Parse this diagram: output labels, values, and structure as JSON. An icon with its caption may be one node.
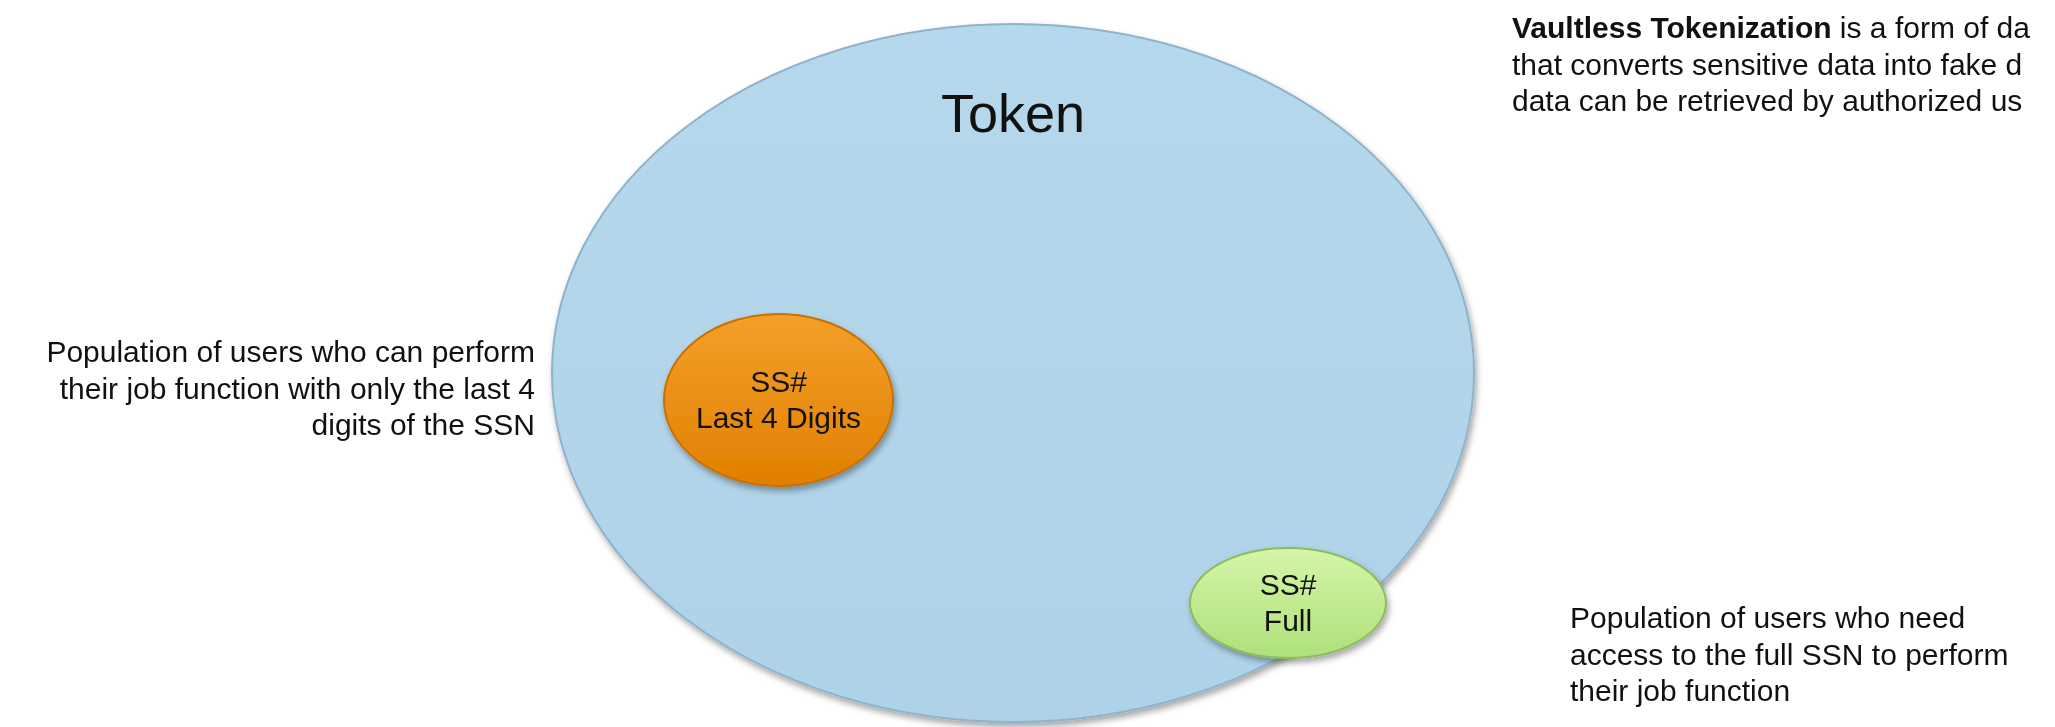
{
  "diagram": {
    "nodes": [
      {
        "text": [
          "Token"
        ]
      },
      {
        "text": [
          "SS#",
          "Last 4 Digits"
        ],
        "in": 0
      },
      {
        "text": [
          "SS#",
          "Full"
        ],
        "in": 0
      }
    ],
    "labels": [
      "**Vaultless Tokenization** is a form of da that converts sensitive data into fake d data can be retrieved by authorized us",
      "Population of users who can perform their job function with only the last 4 digits of the SSN",
      "Population of users who need access to the full SSN to perform their job function"
    ]
  }
}
